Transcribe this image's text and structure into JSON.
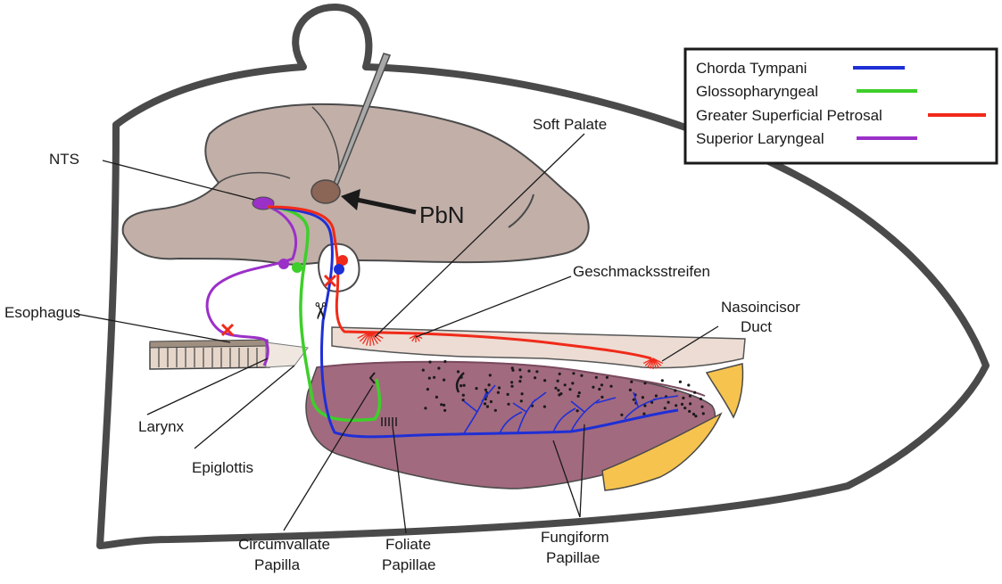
{
  "legend": {
    "entries": [
      {
        "label": "Chorda Tympani",
        "color": "#1f2fd6"
      },
      {
        "label": "Glossopharyngeal",
        "color": "#3ecf2a"
      },
      {
        "label": "Greater Superficial Petrosal",
        "color": "#f02a1a"
      },
      {
        "label": "Superior Laryngeal",
        "color": "#9b30c8"
      }
    ]
  },
  "labels": {
    "nts": "NTS",
    "pbn": "PbN",
    "soft_palate": "Soft Palate",
    "geschmacksstreifen": "Geschmacksstreifen",
    "nasoincisor_1": "Nasoincisor",
    "nasoincisor_2": "Duct",
    "esophagus": "Esophagus",
    "larynx": "Larynx",
    "epiglottis": "Epiglottis",
    "circumvallate_1": "Circumvallate",
    "circumvallate_2": "Papilla",
    "foliate_1": "Foliate",
    "foliate_2": "Papillae",
    "fungiform_1": "Fungiform",
    "fungiform_2": "Papillae"
  },
  "colors": {
    "brain": "#c1afa8",
    "tongue": "#a26a7e",
    "palate": "#ecdcd3",
    "teeth": "#f6c34e",
    "outline": "#4a4a4a",
    "pbn_nucleus": "#8b6556"
  },
  "icons": {
    "cut_marker": "red-x",
    "transection": "scissors"
  }
}
